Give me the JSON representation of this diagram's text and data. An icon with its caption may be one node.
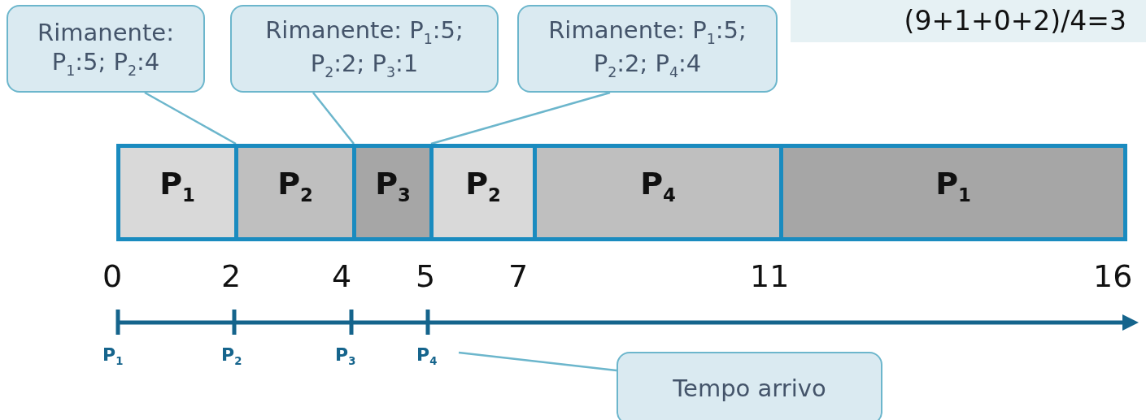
{
  "diagram": {
    "nodes": [
      {
        "text": [
          "Rimanente: P$_{1}$:5; P$_{2}$:4"
        ]
      },
      {
        "text": [
          "Rimanente: P$_{1}$:5; P$_{2}$:2; P$_{3}$:1"
        ]
      },
      {
        "text": [
          "Rimanente: P$_{1}$:5; P$_{2}$:2; P$_{4}$:4"
        ]
      },
      {
        "text": [
          "P$_{1}$"
        ]
      },
      {
        "text": [
          "P$_{2}$"
        ]
      },
      {
        "text": [
          "P$_{3}$"
        ]
      },
      {
        "text": [
          "P$_{2}$"
        ]
      },
      {
        "text": [
          "P$_{4}$"
        ]
      },
      {
        "text": [
          "P$_{1}$"
        ]
      },
      {
        "text": [
          "(9+1+0+2)/4=3"
        ]
      },
      {
        "text": [
          "P$_{4}$"
        ]
      },
      {
        "text": [
          "Tempo arrivo"
        ]
      }
    ],
    "edges": [
      {
        "from": 0,
        "to": 4,
        "arrow": "none"
      },
      {
        "from": 1,
        "to": 5,
        "arrow": "none"
      },
      {
        "from": 2,
        "to": 6,
        "arrow": "none"
      },
      {
        "from": 11,
        "to": 10,
        "arrow": "none"
      }
    ],
    "labels": [
      "0",
      "2",
      "4",
      "5",
      "7",
      "11",
      "16",
      "P$_{1}$",
      "P$_{2}$",
      "P$_{3}$"
    ]
  }
}
